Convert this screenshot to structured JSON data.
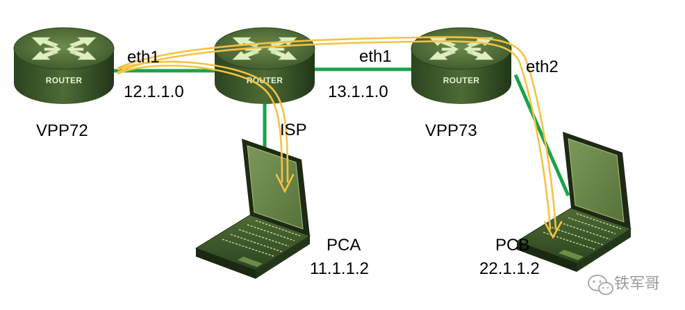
{
  "routers": [
    {
      "name": "VPP72",
      "label": "ROUTER"
    },
    {
      "name": "ISP",
      "label": "ROUTER"
    },
    {
      "name": "VPP73",
      "label": "ROUTER"
    }
  ],
  "interfaces": {
    "vpp72_eth": "eth1",
    "vpp73_eth1": "eth1",
    "vpp73_eth2": "eth2"
  },
  "networks": {
    "link_vpp72_isp": "12.1.1.0",
    "link_isp_vpp73": "13.1.1.0"
  },
  "hosts": [
    {
      "name": "PCA",
      "ip": "11.1.1.2"
    },
    {
      "name": "PCB",
      "ip": "22.1.1.2"
    }
  ],
  "watermark": {
    "text": "铁军哥",
    "icon": "wechat-icon"
  },
  "colors": {
    "link": "#1aa34a",
    "path": "#f6c240",
    "router_body": "#3d5a2a",
    "router_arrow": "#dfeec0"
  }
}
